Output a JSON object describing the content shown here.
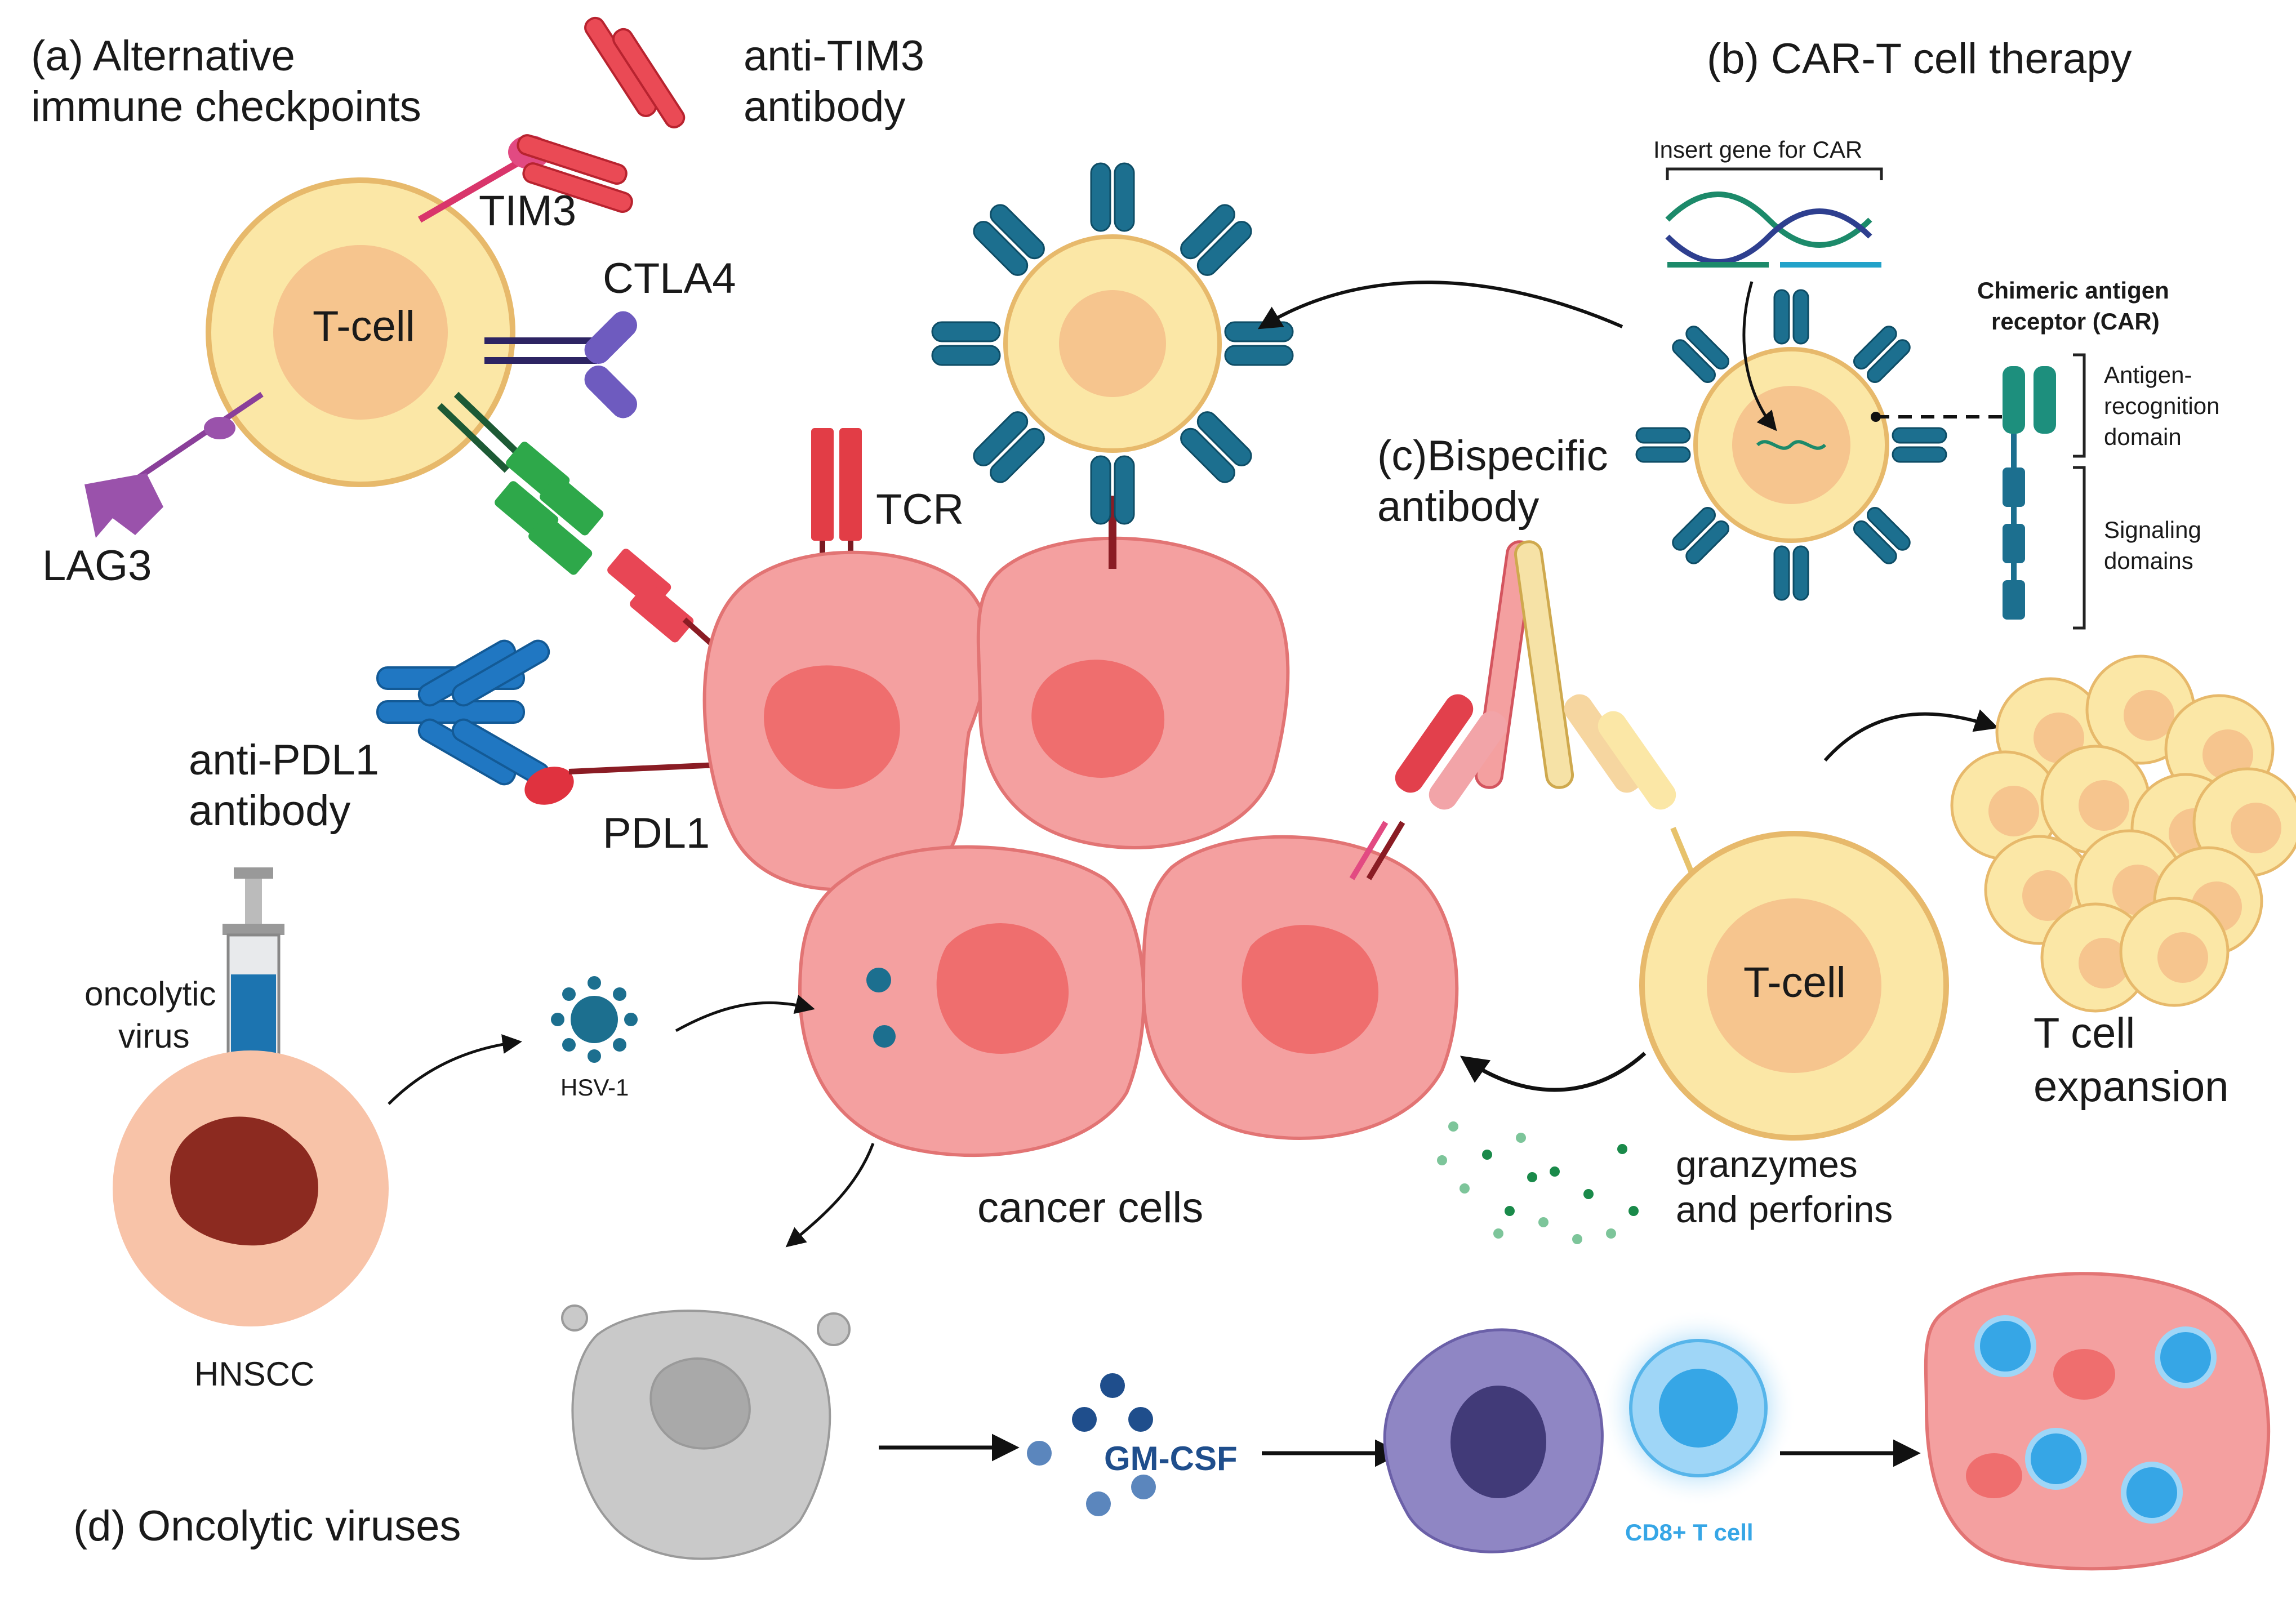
{
  "panels": {
    "a_line1": "(a) Alternative",
    "a_line2": "immune checkpoints",
    "b": "(b) CAR-T cell therapy",
    "c_line1": "(c)Bispecific",
    "c_line2": "antibody",
    "d": "(d) Oncolytic viruses"
  },
  "labels": {
    "tcell_left": "T-cell",
    "tcell_right": "T-cell",
    "tim3": "TIM3",
    "anti_tim3_1": "anti-TIM3",
    "anti_tim3_2": "antibody",
    "ctla4": "CTLA4",
    "lag3": "LAG3",
    "tcr": "TCR",
    "pdl1": "PDL1",
    "anti_pdl1_1": "anti-PDL1",
    "anti_pdl1_2": "antibody",
    "oncolytic_1": "oncolytic",
    "oncolytic_2": "virus",
    "hsv1": "HSV-1",
    "hnscc": "HNSCC",
    "cancer_cells": "cancer cells",
    "granzymes_1": "granzymes",
    "granzymes_2": "and perforins",
    "t_expansion_1": "T cell",
    "t_expansion_2": "expansion",
    "insert_gene": "Insert gene for CAR",
    "car_title_1": "Chimeric antigen",
    "car_title_2": "receptor (CAR)",
    "antigen_1": "Antigen-",
    "antigen_2": "recognition",
    "antigen_3": "domain",
    "signaling_1": "Signaling",
    "signaling_2": "domains",
    "gmcsf": "GM-CSF",
    "cd8": "CD8+ T cell"
  },
  "colors": {
    "tcell_outer": "#fbe7a6",
    "tcell_inner": "#f6c58e",
    "cancer": "#f4a0a0",
    "cancer_nucleus": "#ef6e6e",
    "antibody_red": "#e8404c",
    "antibody_blue": "#1f74bb",
    "car_teal": "#1c6f8f",
    "gmcsf_blue": "#1f4e8c",
    "cd8_blue": "#36a6e6"
  }
}
